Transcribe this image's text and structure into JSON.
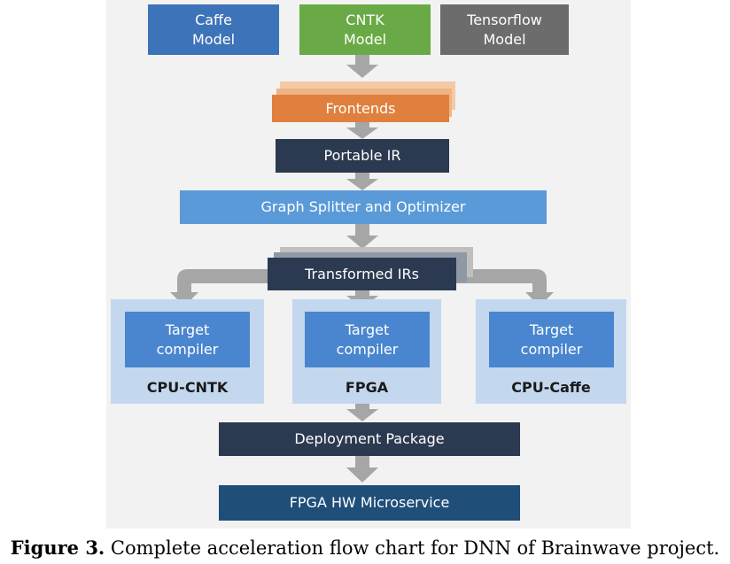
{
  "models": [
    {
      "label": "Caffe\nModel",
      "color": "#3d73b8"
    },
    {
      "label": "CNTK\nModel",
      "color": "#6aaa46"
    },
    {
      "label": "Tensorflow\nModel",
      "color": "#6c6c6c"
    }
  ],
  "frontends": {
    "label": "Frontends",
    "color": "#e0803e"
  },
  "portable_ir": {
    "label": "Portable IR",
    "color": "#2b3a50"
  },
  "graph_splitter": {
    "label": "Graph Splitter and Optimizer",
    "color": "#5b9ad8"
  },
  "transformed_irs": {
    "label": "Transformed IRs",
    "color": "#2b3a50"
  },
  "targets": [
    {
      "compiler_label": "Target\ncompiler",
      "platform": "CPU-CNTK"
    },
    {
      "compiler_label": "Target\ncompiler",
      "platform": "FPGA"
    },
    {
      "compiler_label": "Target\ncompiler",
      "platform": "CPU-Caffe"
    }
  ],
  "deployment_package": {
    "label": "Deployment Package",
    "color": "#2b3a50"
  },
  "fpga_microservice": {
    "label": "FPGA HW Microservice",
    "color": "#1f4e79"
  },
  "caption": {
    "prefix": "Figure 3.",
    "text": " Complete acceleration flow chart for DNN of Brainwave project."
  },
  "colors": {
    "arrow": "#a6a6a6",
    "panel": "#c3d8ee",
    "target_compiler": "#4a86cf",
    "background": "#f2f2f2"
  }
}
